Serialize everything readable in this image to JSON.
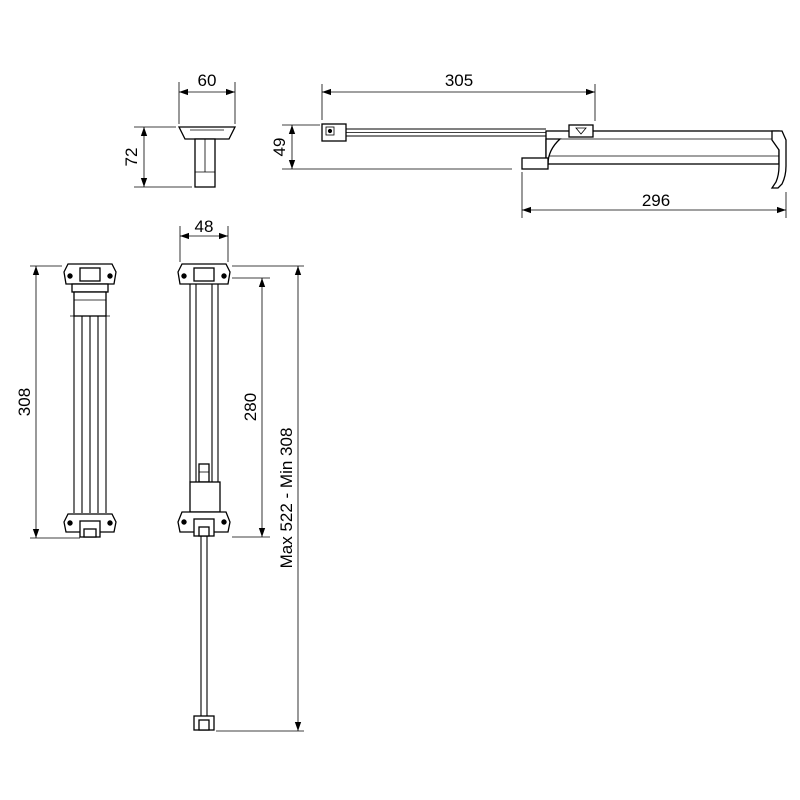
{
  "colors": {
    "line": "#000000",
    "background": "#ffffff"
  },
  "dimensions": {
    "width_60": "60",
    "height_72": "72",
    "length_305": "305",
    "height_49": "49",
    "length_296": "296",
    "width_48": "48",
    "height_308": "308",
    "height_280": "280",
    "extension": "Max 522 - Min 308"
  }
}
